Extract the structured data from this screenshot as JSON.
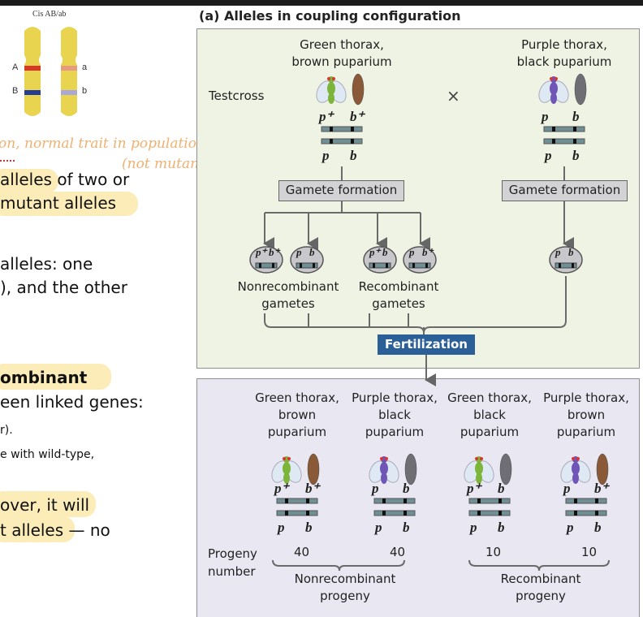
{
  "left": {
    "chromosome_caption": "Cis AB/ab",
    "chromosome_labels": {
      "A": "A",
      "B": "B",
      "a": "a",
      "b": "b"
    },
    "colors": {
      "chromosome": "#e8d44f",
      "A": "#d8382a",
      "B": "#233f93",
      "a": "#e89a80",
      "b": "#a9a8d8",
      "highlight": "#fbecb8",
      "handwriting": "#f0b070"
    },
    "handwriting": [
      "on, normal trait in population",
      "(not mutants)"
    ],
    "lines": [
      "alleles of two or",
      "mutant alleles",
      "alleles: one",
      "), and the other",
      "ombinant",
      "een linked genes:",
      "r).",
      "e with wild-type,",
      "over, it will",
      "t alleles — no"
    ]
  },
  "figure": {
    "title": "(a) Alleles in coupling configuration",
    "testcross_label": "Testcross",
    "cross_symbol": "×",
    "parents": [
      {
        "line1": "Green thorax,",
        "line2": "brown puparium",
        "top": [
          "p⁺",
          "b⁺"
        ],
        "bottom": [
          "p",
          "b"
        ],
        "thorax": "green",
        "puparium": "brown"
      },
      {
        "line1": "Purple thorax,",
        "line2": "black puparium",
        "top": [
          "p",
          "b"
        ],
        "bottom": [
          "p",
          "b"
        ],
        "thorax": "purple",
        "puparium": "black"
      }
    ],
    "gamete_formation": "Gamete formation",
    "gametes": [
      [
        "p⁺",
        "b⁺"
      ],
      [
        "p",
        "b"
      ],
      [
        "p⁺",
        "b"
      ],
      [
        "p",
        "b⁺"
      ],
      [
        "p",
        "b"
      ]
    ],
    "nonrecombinant_gametes": [
      "Nonrecombinant",
      "gametes"
    ],
    "recombinant_gametes": [
      "Recombinant",
      "gametes"
    ],
    "fertilization": "Fertilization",
    "progeny": [
      {
        "lines": [
          "Green thorax,",
          "brown",
          "puparium"
        ],
        "top": [
          "p⁺",
          "b⁺"
        ],
        "bottom": [
          "p",
          "b"
        ],
        "number": "40",
        "thorax": "green",
        "puparium": "brown"
      },
      {
        "lines": [
          "Purple thorax,",
          "black",
          "puparium"
        ],
        "top": [
          "p",
          "b"
        ],
        "bottom": [
          "p",
          "b"
        ],
        "number": "40",
        "thorax": "purple",
        "puparium": "black"
      },
      {
        "lines": [
          "Green thorax,",
          "black",
          "puparium"
        ],
        "top": [
          "p⁺",
          "b"
        ],
        "bottom": [
          "p",
          "b"
        ],
        "number": "10",
        "thorax": "green",
        "puparium": "black"
      },
      {
        "lines": [
          "Purple thorax,",
          "brown",
          "puparium"
        ],
        "top": [
          "p",
          "b⁺"
        ],
        "bottom": [
          "p",
          "b"
        ],
        "number": "10",
        "thorax": "purple",
        "puparium": "brown"
      }
    ],
    "progeny_number_label": [
      "Progeny",
      "number"
    ],
    "nonrecombinant_progeny": [
      "Nonrecombinant",
      "progeny"
    ],
    "recombinant_progeny": [
      "Recombinant",
      "progeny"
    ],
    "colors": {
      "parent_panel": "#eef3e3",
      "progeny_panel": "#e9e8f2",
      "fertilization": "#2b5f98",
      "green": "#7db53a",
      "purple": "#6f55b5",
      "brown": "#8a5a38",
      "black": "#6e6e74",
      "chromosome_bar": "#6f8f94"
    }
  }
}
